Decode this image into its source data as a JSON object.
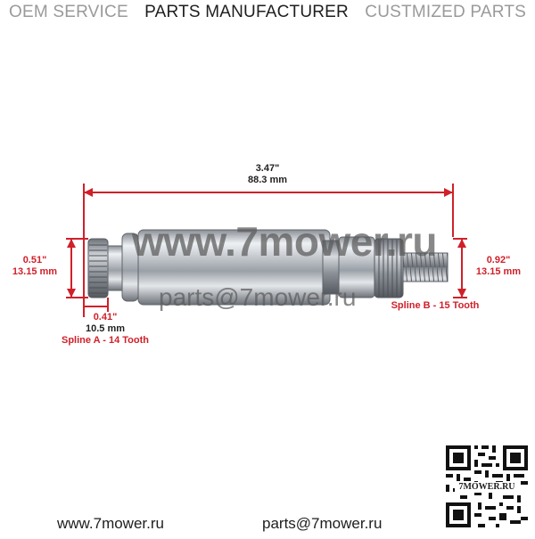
{
  "header": {
    "oem": "OEM SERVICE",
    "parts_manufacturer": "PARTS MANUFACTURER",
    "customized": "CUSTMIZED PARTS"
  },
  "dimensions": {
    "overall_in": "3.47\"",
    "overall_mm": "88.3 mm",
    "left_dia_in": "0.51\"",
    "left_dia_mm": "13.15 mm",
    "right_dia_in": "0.92\"",
    "right_dia_mm": "13.15 mm",
    "spline_a_len_in": "0.41\"",
    "spline_a_len_mm": "10.5 mm",
    "spline_a": "Spline A - 14 Tooth",
    "spline_b": "Spline B - 15 Tooth"
  },
  "watermark": {
    "site": "www.7mower.ru",
    "email": "parts@7mower.ru"
  },
  "footer": {
    "site": "www.7mower.ru",
    "email": "parts@7mower.ru"
  },
  "qr": {
    "label": "7MOWER.RU"
  },
  "colors": {
    "dimension": "#d0202a",
    "text_dark": "#1e1e1e",
    "text_muted": "#9a9a9a"
  }
}
